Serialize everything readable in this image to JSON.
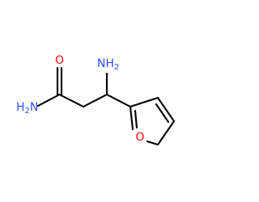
{
  "molecule": {
    "atoms": [
      {
        "id": "O_carbonyl",
        "text": "O",
        "color": "#ff0d0d"
      },
      {
        "id": "N_amide",
        "text": "H",
        "sub": "2",
        "suffix": "N",
        "color": "#3050f8"
      },
      {
        "id": "N_amine",
        "text": "NH",
        "sub": "2",
        "color": "#3050f8"
      },
      {
        "id": "O_furan",
        "text": "O",
        "color": "#ff0d0d"
      }
    ],
    "colors": {
      "bond": "#000000",
      "oxygen": "#ff0d0d",
      "nitrogen": "#3050f8"
    }
  }
}
